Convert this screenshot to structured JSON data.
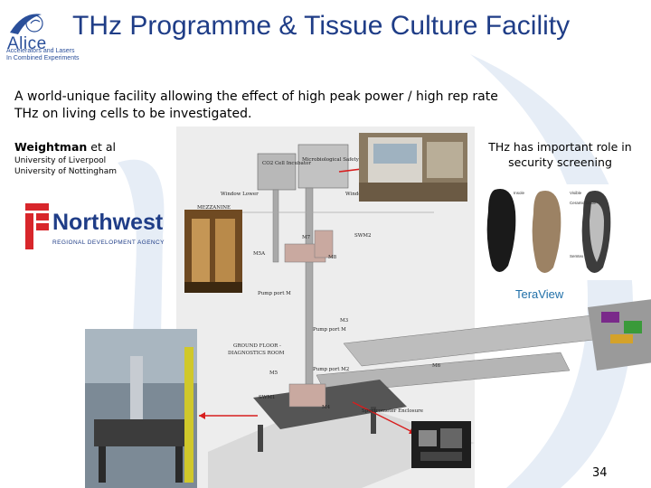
{
  "header": {
    "logo_word": "Alice",
    "logo_sub1": "Accelerators and Lasers",
    "logo_sub2": "In Combined Experiments",
    "title": "THz Programme & Tissue Culture Facility"
  },
  "intro": "A world-unique facility allowing the effect of high peak power / high rep rate THz on living cells to be investigated.",
  "author": {
    "name": "Weightman",
    "suffix": " et al",
    "uni1": "University of Liverpool",
    "uni2": "University of Nottingham"
  },
  "sponsor": {
    "name": "Northwest",
    "sub": "REGIONAL DEVELOPMENT AGENCY"
  },
  "thz_role": "THz has important role in security screening",
  "teraview": "TeraView",
  "shoe_labels": [
    "Insole",
    "Visible",
    "Ceramic blade",
    "Semtex"
  ],
  "diagram_labels": {
    "cell_incubator": "CO2 Cell Incubator",
    "safety_cabinet": "Microbiological Safety Cabinet",
    "window_l": "Window Lower",
    "window_r": "Window Lower",
    "mezzanine": "MEZZANINE",
    "m7": "M7",
    "m8": "M8",
    "m5a": "M5A",
    "swm2": "SWM2",
    "pump1": "Pump port M",
    "m3": "M3",
    "pump2": "Pump port M",
    "ground": "GROUND FLOOR -",
    "ground2": "DIAGNOSTICS ROOM",
    "m5": "M5",
    "pump3": "Pump port M2",
    "m6": "M6",
    "swm1": "SWM1",
    "m4": "M4",
    "enclosure": "Spectrometer Enclosure"
  },
  "colors": {
    "title_blue": "#1f3d87",
    "arrow_red": "#d81e1e",
    "nw_red": "#d8262b",
    "swoosh": "#dfe7f2"
  },
  "page_number": "34"
}
